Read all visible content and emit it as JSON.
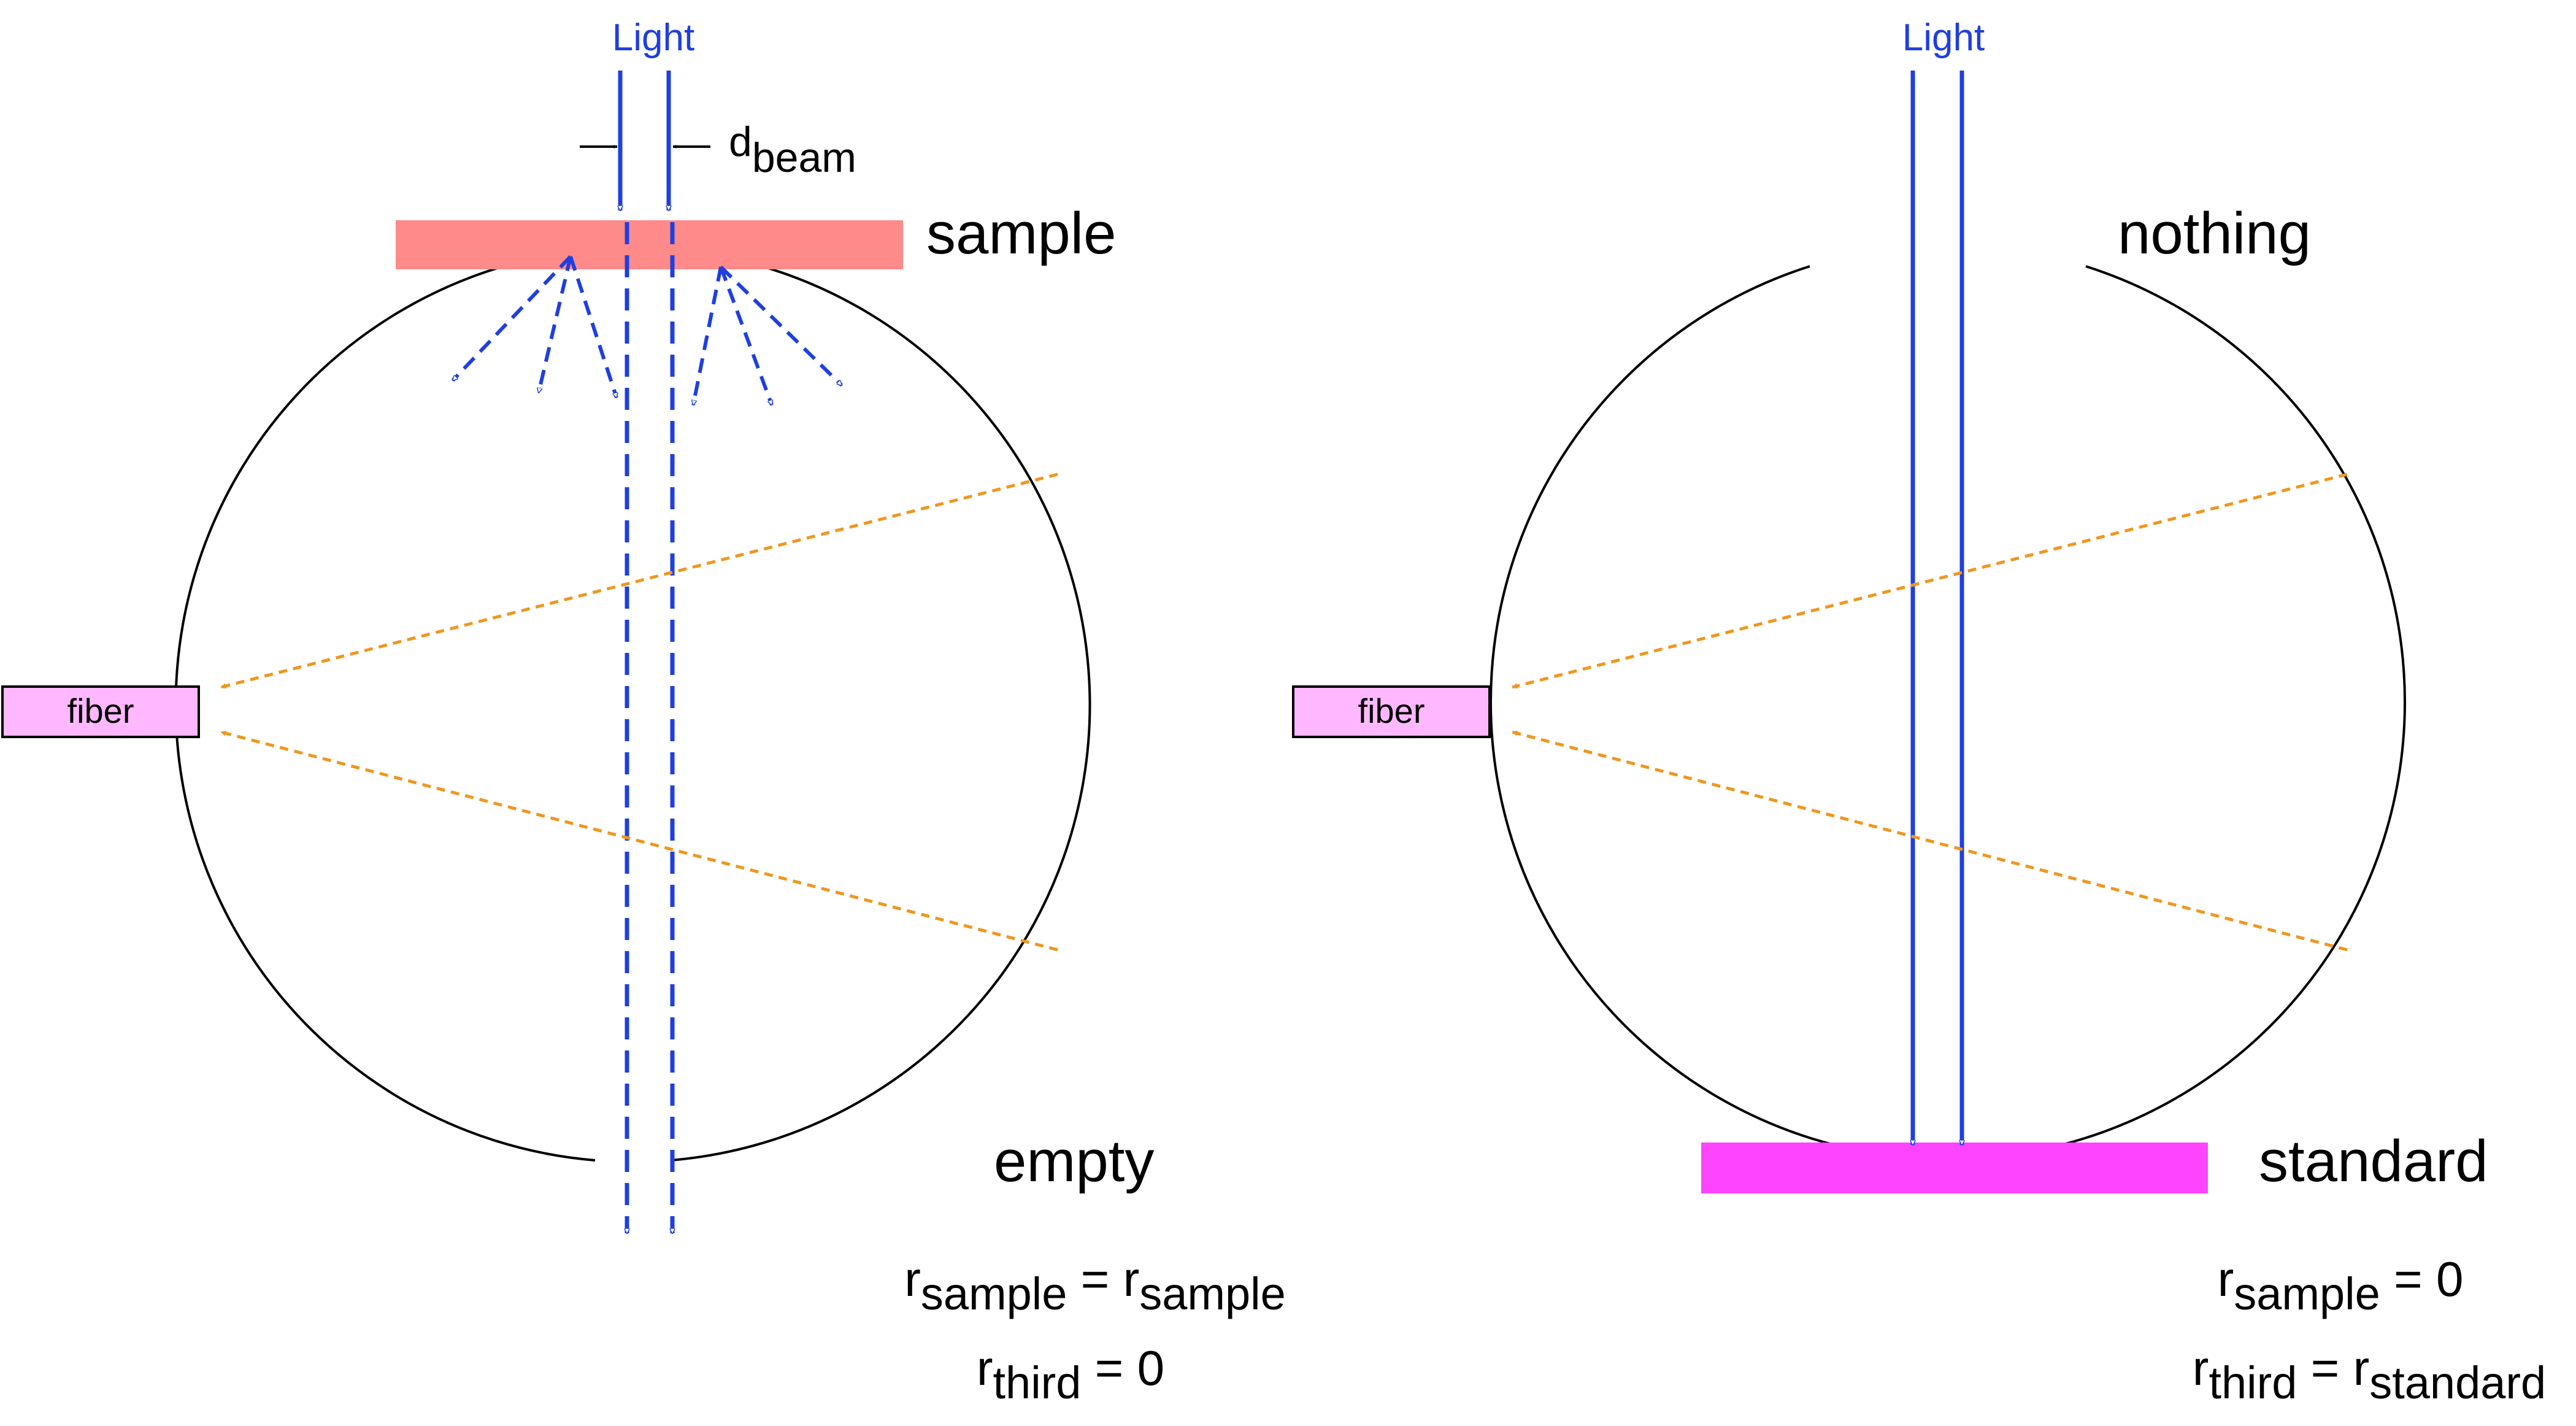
{
  "colors": {
    "beam": "#1f3fe0",
    "ray": "#f0961e",
    "sample": "#ff8a8a",
    "standard": "#ff44ff",
    "fiber": "#ffb8ff",
    "outline": "#000000"
  },
  "left": {
    "light_label": "Light",
    "dbeam_main": "d",
    "dbeam_sub": "beam",
    "top_port_label": "sample",
    "bottom_port_label": "empty",
    "fiber_label": "fiber",
    "eq1": {
      "lhs": "r",
      "lhs_sub": "sample",
      "op": " = ",
      "rhs": "r",
      "rhs_sub": "sample"
    },
    "eq2": {
      "lhs": "r",
      "lhs_sub": "third",
      "op": " = ",
      "rhs": "0",
      "rhs_sub": ""
    }
  },
  "right": {
    "light_label": "Light",
    "top_port_label": "nothing",
    "bottom_port_label": "standard",
    "fiber_label": "fiber",
    "eq1": {
      "lhs": "r",
      "lhs_sub": "sample",
      "op": " = ",
      "rhs": "0",
      "rhs_sub": ""
    },
    "eq2": {
      "lhs": "r",
      "lhs_sub": "third",
      "op": " = ",
      "rhs": "r",
      "rhs_sub": "standard"
    }
  }
}
